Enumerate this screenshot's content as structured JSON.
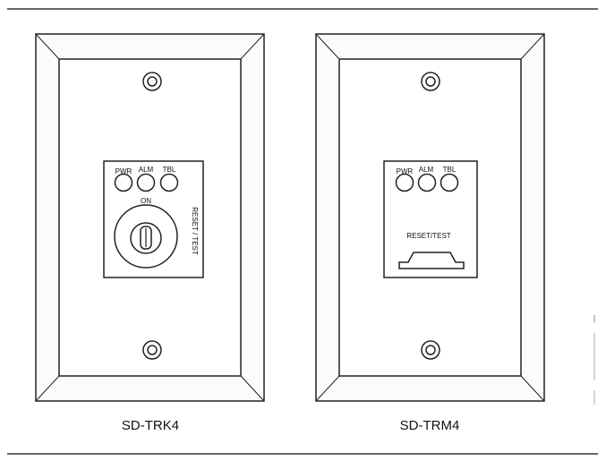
{
  "figure": {
    "left_plate": {
      "model": "SD-TRK4",
      "led_labels": [
        "PWR",
        "ALM",
        "TBL"
      ],
      "key_position_label": "ON",
      "side_label": "RESET / TEST"
    },
    "right_plate": {
      "model": "SD-TRM4",
      "led_labels": [
        "PWR",
        "ALM",
        "TBL"
      ],
      "button_label": "RESET/TEST"
    }
  }
}
